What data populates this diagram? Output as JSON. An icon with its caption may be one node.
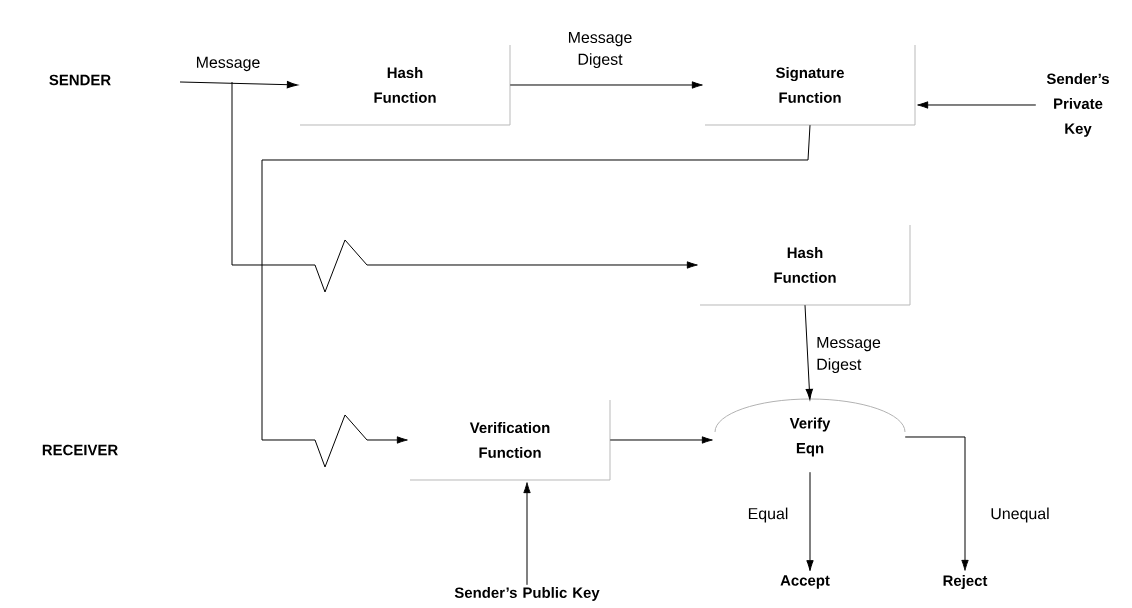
{
  "diagram": {
    "nodes": [
      {
        "text": [
          "Hash Function"
        ]
      },
      {
        "text": [
          "Signature Function"
        ]
      },
      {
        "text": [
          "Sender’s Private Key"
        ]
      },
      {
        "text": [
          "Hash Function"
        ]
      },
      {
        "text": [
          "Verification Function"
        ]
      },
      {
        "text": [
          "Verify Eqn"
        ]
      },
      {
        "text": [
          "Accept"
        ]
      },
      {
        "text": [
          "Reject"
        ]
      },
      {
        "text": [
          "Sender’s Public Key"
        ]
      }
    ],
    "edges": [
      {
        "from": null,
        "to": 0,
        "arrow": "to",
        "label": "Message"
      },
      {
        "from": null,
        "to": 3,
        "arrow": "to"
      },
      {
        "from": 0,
        "to": 1,
        "arrow": "to",
        "label": "Message Digest"
      },
      {
        "from": 2,
        "to": 1,
        "arrow": "to"
      },
      {
        "from": 1,
        "to": 4,
        "arrow": "to"
      },
      {
        "from": 3,
        "to": 5,
        "arrow": "to",
        "label": "Message Digest"
      },
      {
        "from": 4,
        "to": 5,
        "arrow": "to"
      },
      {
        "from": 5,
        "to": 6,
        "arrow": "to",
        "label": "Equal"
      },
      {
        "from": 5,
        "to": 7,
        "arrow": "to",
        "label": "Unequal"
      },
      {
        "from": 8,
        "to": 4,
        "arrow": "to"
      }
    ],
    "labels": [
      "SENDER",
      "RECEIVER"
    ]
  }
}
